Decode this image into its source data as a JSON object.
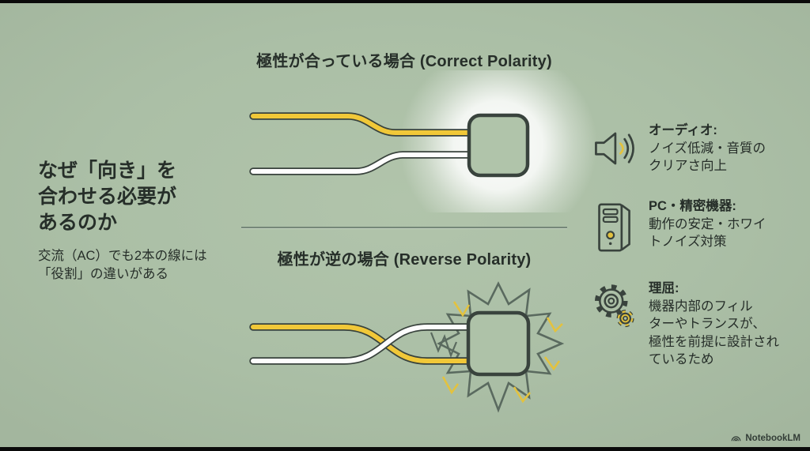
{
  "page": {
    "background": "#abbfa6",
    "letterbox": "#0a0a0a"
  },
  "sections": {
    "correct_title": "極性が合っている場合 (Correct Polarity)",
    "reverse_title": "極性が逆の場合 (Reverse Polarity)"
  },
  "left_panel": {
    "heading_line1": "なぜ「向き」を",
    "heading_line2": "合わせる必要が",
    "heading_line3": "あるのか",
    "subtitle_line1": "交流（AC）でも2本の線には",
    "subtitle_line2": "「役割」の違いがある"
  },
  "benefits": [
    {
      "icon": "speaker-icon",
      "heading": "オーディオ:",
      "line1": "ノイズ低減・音質の",
      "line2": "クリアさ向上"
    },
    {
      "icon": "pc-tower-icon",
      "heading": "PC・精密機器:",
      "line1": "動作の安定・ホワイ",
      "line2": "トノイズ対策"
    },
    {
      "icon": "gears-icon",
      "heading": "理屈:",
      "line1": "機器内部のフィル",
      "line2": "ターやトランスが、",
      "line3": "極性を前提に設計され",
      "line4": "ているため"
    }
  ],
  "footer": {
    "brand": "NotebookLM"
  },
  "colors": {
    "wire_yellow": "#f1c838",
    "wire_white": "#fdfdfd",
    "outline_dark": "#39433d",
    "text_dark": "#262e29",
    "accent_yellow": "#e3c23e",
    "burst": "#5a6a5f"
  }
}
